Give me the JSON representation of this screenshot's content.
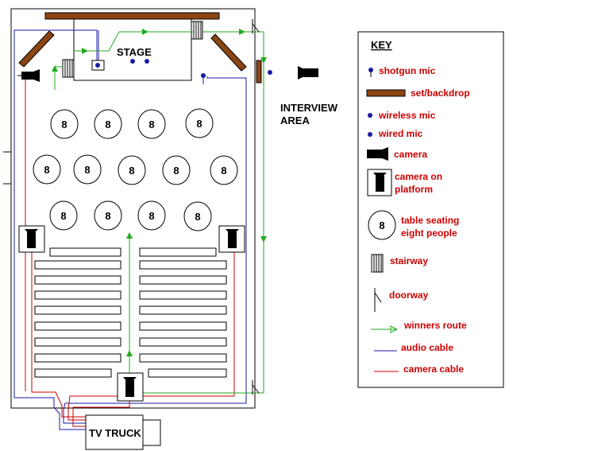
{
  "venue": {
    "stage_label": "STAGE",
    "interview_label_line1": "INTERVIEW",
    "interview_label_line2": "AREA",
    "truck_label": "TV TRUCK",
    "table_number": "8"
  },
  "key": {
    "title": "KEY",
    "items": [
      {
        "icon": "shotgun-mic-icon",
        "label": "shotgun mic"
      },
      {
        "icon": "set-backdrop-icon",
        "label": "set/backdrop"
      },
      {
        "icon": "wireless-mic-icon",
        "label": "wireless mic"
      },
      {
        "icon": "wired-mic-icon",
        "label": "wired mic"
      },
      {
        "icon": "camera-icon",
        "label": "camera"
      },
      {
        "icon": "camera-platform-icon",
        "label_line1": "camera on",
        "label_line2": "platform"
      },
      {
        "icon": "table-icon",
        "label_line1": "table seating",
        "label_line2": "eight people"
      },
      {
        "icon": "stairway-icon",
        "label": "stairway"
      },
      {
        "icon": "doorway-icon",
        "label": "doorway"
      },
      {
        "icon": "winners-route-icon",
        "label": "winners route"
      },
      {
        "icon": "audio-cable-icon",
        "label": "audio cable"
      },
      {
        "icon": "camera-cable-icon",
        "label": "camera cable"
      }
    ]
  },
  "colors": {
    "text_red": "#cc0000",
    "backdrop_brown": "#8b4513",
    "route_green": "#22aa22",
    "audio_blue": "#1a1aa8",
    "camera_red": "#cc0000"
  }
}
